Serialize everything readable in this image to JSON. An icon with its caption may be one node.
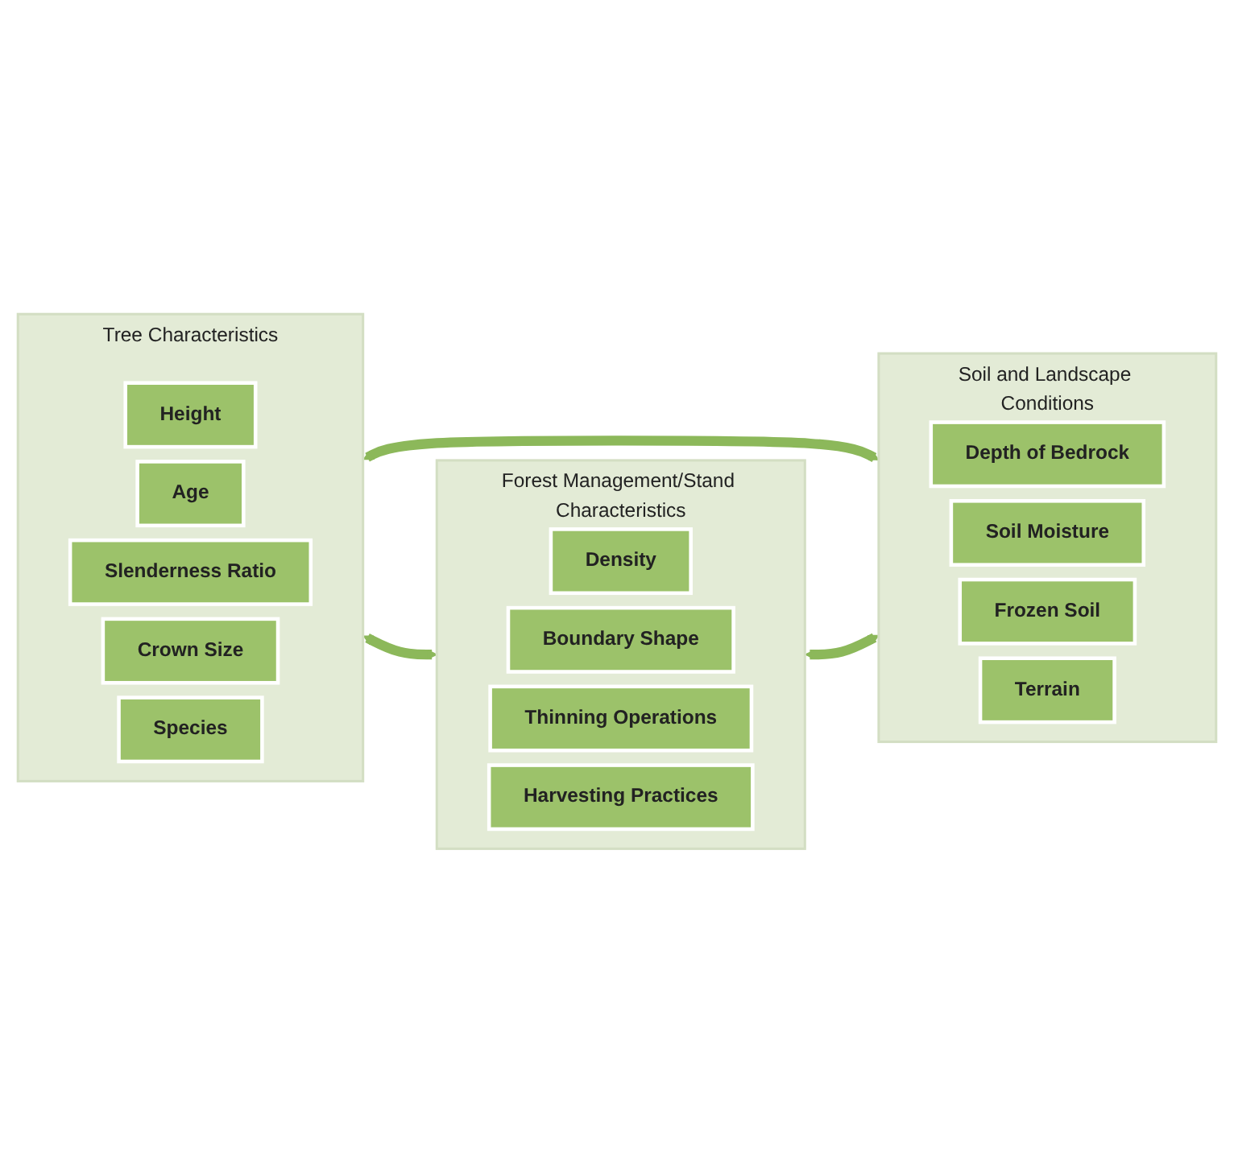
{
  "diagram": {
    "nodes": [
      {
        "text": [
          "Tree Characteristics"
        ]
      },
      {
        "text": [
          "Height"
        ],
        "in": 0
      },
      {
        "text": [
          "Age"
        ],
        "in": 0
      },
      {
        "text": [
          "Slenderness Ratio"
        ],
        "in": 0
      },
      {
        "text": [
          "Crown Size"
        ],
        "in": 0
      },
      {
        "text": [
          "Species"
        ],
        "in": 0
      },
      {
        "text": [
          "Forest Management/Stand Characteristics"
        ]
      },
      {
        "text": [
          "Density"
        ],
        "in": 6
      },
      {
        "text": [
          "Boundary Shape"
        ],
        "in": 6
      },
      {
        "text": [
          "Thinning Operations"
        ],
        "in": 6
      },
      {
        "text": [
          "Harvesting Practices"
        ],
        "in": 6
      },
      {
        "text": [
          "Soil and Landscape Conditions"
        ]
      },
      {
        "text": [
          "Depth of Bedrock"
        ],
        "in": 11
      },
      {
        "text": [
          "Soil Moisture"
        ],
        "in": 11
      },
      {
        "text": [
          "Frozen Soil"
        ],
        "in": 11
      },
      {
        "text": [
          "Terrain"
        ],
        "in": 11
      }
    ],
    "edges": [
      {
        "from": 0,
        "to": 6,
        "arrow": "both"
      },
      {
        "from": 0,
        "to": 11,
        "arrow": "both"
      },
      {
        "from": 6,
        "to": 11,
        "arrow": "both"
      }
    ]
  }
}
